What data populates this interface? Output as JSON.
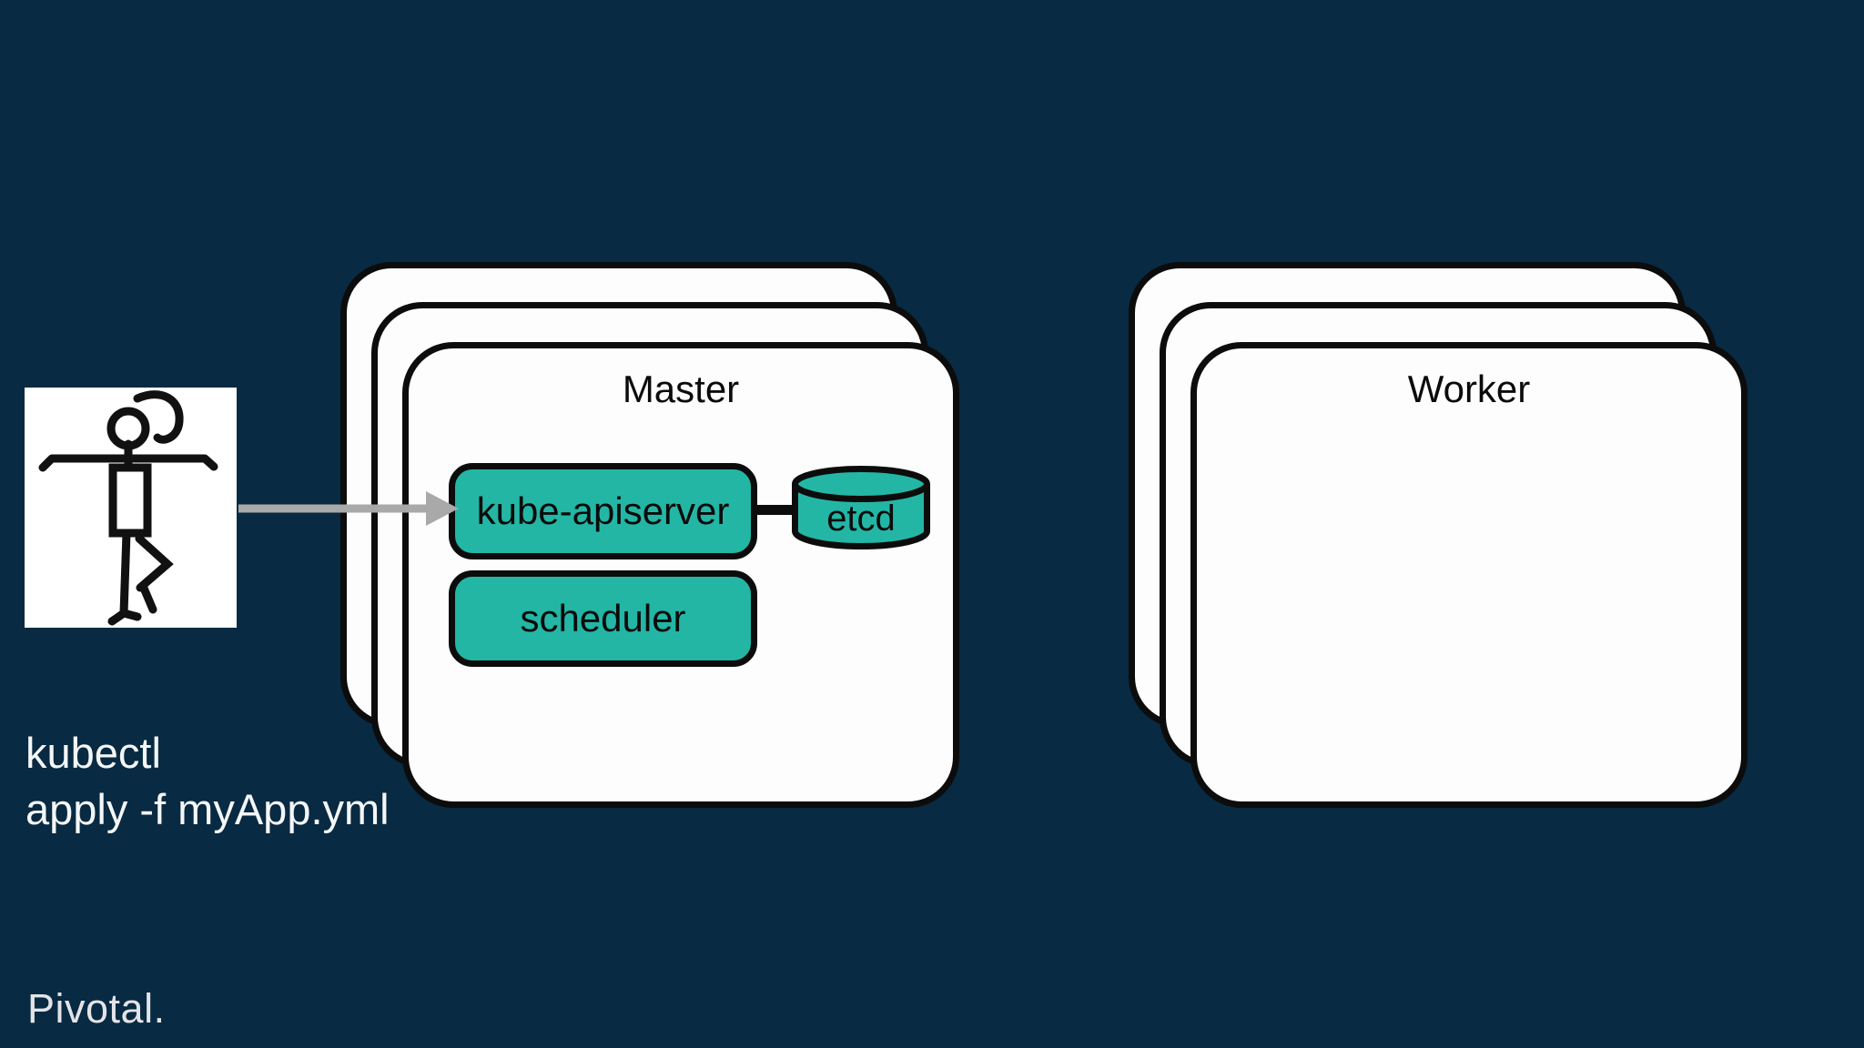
{
  "slide": {
    "command": {
      "line1": "kubectl",
      "line2": "apply -f myApp.yml"
    },
    "master": {
      "title": "Master",
      "components": {
        "apiserver": "kube-apiserver",
        "etcd": "etcd",
        "scheduler": "scheduler"
      }
    },
    "worker": {
      "title": "Worker"
    },
    "brand": "Pivotal."
  },
  "icons": {
    "person": "yoga-person-icon",
    "database": "database-cylinder-icon",
    "arrow": "arrow-right-icon"
  },
  "palette": {
    "navy_bg": "#082a42",
    "teal": "#23b6a5",
    "card_bg": "#fdfdfd",
    "outline": "#0c0c0c",
    "arrow_gray": "#a9a9a9",
    "text_white": "#f4f6f7",
    "text_black": "#0b0b0b",
    "brand_color": "#e4e4e8"
  }
}
